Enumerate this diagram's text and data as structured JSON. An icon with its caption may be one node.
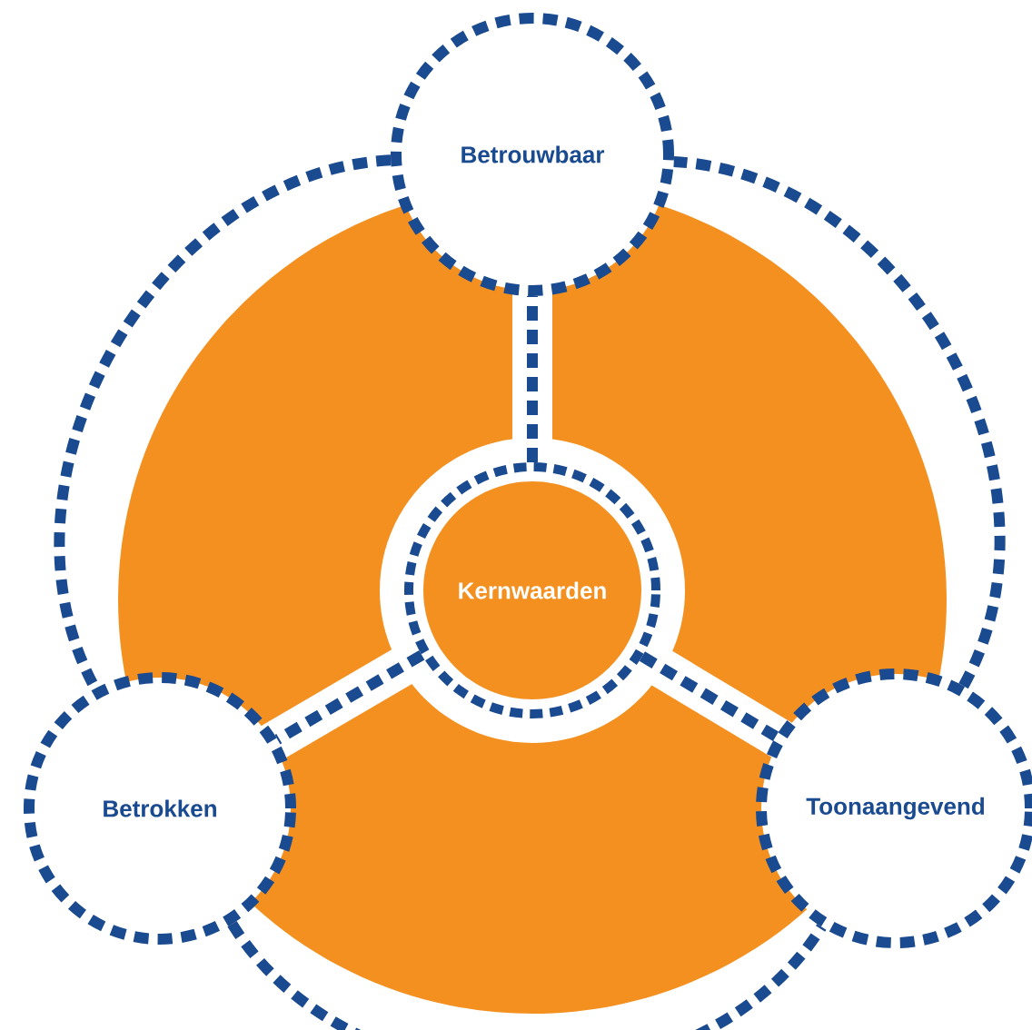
{
  "diagram": {
    "nodes": [
      {
        "text": [
          "Betrouwbaar"
        ]
      },
      {
        "text": [
          "Kernwaarden"
        ]
      },
      {
        "text": [
          "Betrokken"
        ]
      },
      {
        "text": [
          "Toonaangevend"
        ]
      }
    ],
    "edges": [
      {
        "from": 1,
        "to": 0,
        "arrow": "none",
        "style": "dashed"
      },
      {
        "from": 1,
        "to": 2,
        "arrow": "none",
        "style": "dashed"
      },
      {
        "from": 1,
        "to": 3,
        "arrow": "none",
        "style": "dashed"
      },
      {
        "from": 0,
        "to": 2,
        "arrow": "none",
        "style": "dashed"
      },
      {
        "from": 2,
        "to": 3,
        "arrow": "none",
        "style": "dashed"
      },
      {
        "from": 3,
        "to": 0,
        "arrow": "none",
        "style": "dashed"
      }
    ]
  }
}
